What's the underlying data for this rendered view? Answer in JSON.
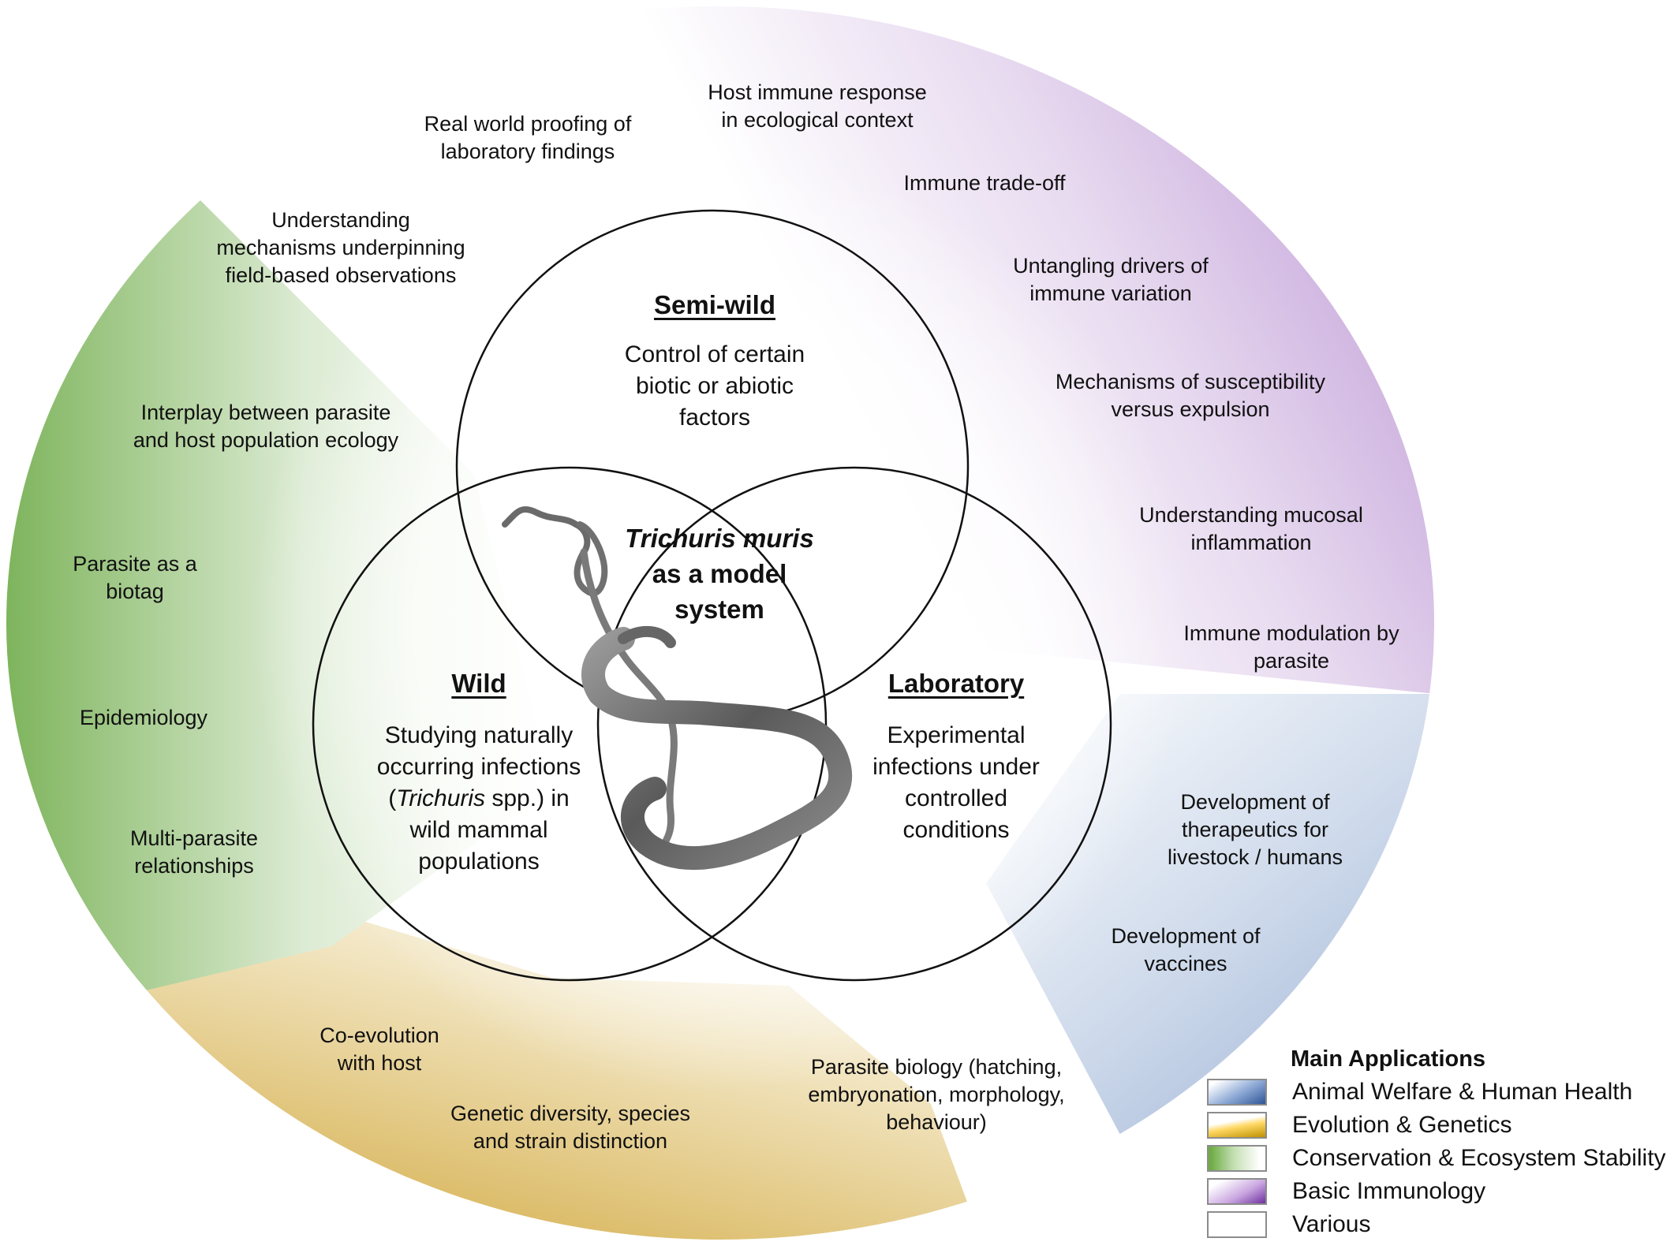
{
  "center": {
    "title_italic": "Trichuris muris",
    "title_rest_1": "as a model",
    "title_rest_2": "system"
  },
  "venn": {
    "semi_wild": {
      "title": "Semi-wild",
      "lines": [
        "Control of certain",
        "biotic or abiotic",
        "factors"
      ]
    },
    "wild": {
      "title": "Wild",
      "line1": "Studying naturally",
      "line2": "occurring infections",
      "line3_open": "(",
      "line3_italic": "Trichuris",
      "line3_rest": " spp.) in",
      "line4": "wild mammal",
      "line5": "populations"
    },
    "laboratory": {
      "title": "Laboratory",
      "lines": [
        "Experimental",
        "infections under",
        "controlled",
        "conditions"
      ]
    }
  },
  "applications": {
    "immunology": [
      {
        "lines": [
          "Host immune response",
          "in ecological context"
        ]
      },
      {
        "lines": [
          "Immune trade-off"
        ]
      },
      {
        "lines": [
          "Untangling drivers of",
          "immune variation"
        ]
      },
      {
        "lines": [
          "Mechanisms of susceptibility",
          "versus expulsion"
        ]
      },
      {
        "lines": [
          "Understanding mucosal",
          "inflammation"
        ]
      },
      {
        "lines": [
          "Immune modulation by",
          "parasite"
        ]
      }
    ],
    "health": [
      {
        "lines": [
          "Development of",
          "therapeutics for",
          "livestock / humans"
        ]
      },
      {
        "lines": [
          "Development of",
          "vaccines"
        ]
      }
    ],
    "conservation": [
      {
        "lines": [
          "Understanding",
          "mechanisms underpinning",
          "field-based observations"
        ]
      },
      {
        "lines": [
          "Interplay between parasite",
          "and host population ecology"
        ]
      },
      {
        "lines": [
          "Parasite as a",
          "biotag"
        ]
      },
      {
        "lines": [
          "Epidemiology"
        ]
      },
      {
        "lines": [
          "Multi-parasite",
          "relationships"
        ]
      }
    ],
    "evolution": [
      {
        "lines": [
          "Co-evolution",
          "with host"
        ]
      },
      {
        "lines": [
          "Genetic diversity, species",
          "and strain distinction"
        ]
      }
    ],
    "various": [
      {
        "lines": [
          "Real world proofing of",
          "laboratory findings"
        ]
      },
      {
        "lines": [
          "Parasite biology (hatching,",
          "embryonation, morphology,",
          "behaviour)"
        ]
      }
    ]
  },
  "legend": {
    "title": "Main Applications",
    "items": [
      {
        "label": "Animal Welfare & Human Health",
        "key": "health",
        "color_light": "#ffffff",
        "color_dark": "#2f5597"
      },
      {
        "label": "Evolution & Genetics",
        "key": "evolution",
        "color_light": "#ffe699",
        "color_dark": "#bf9000"
      },
      {
        "label": "Conservation & Ecosystem Stability",
        "key": "conservation",
        "color_light": "#ffffff",
        "color_dark": "#70ad47"
      },
      {
        "label": "Basic Immunology",
        "key": "immunology",
        "color_light": "#ffffff",
        "color_dark": "#7030a0"
      },
      {
        "label": "Various",
        "key": "various",
        "color_light": "#ffffff",
        "color_dark": "#ffffff"
      }
    ]
  }
}
